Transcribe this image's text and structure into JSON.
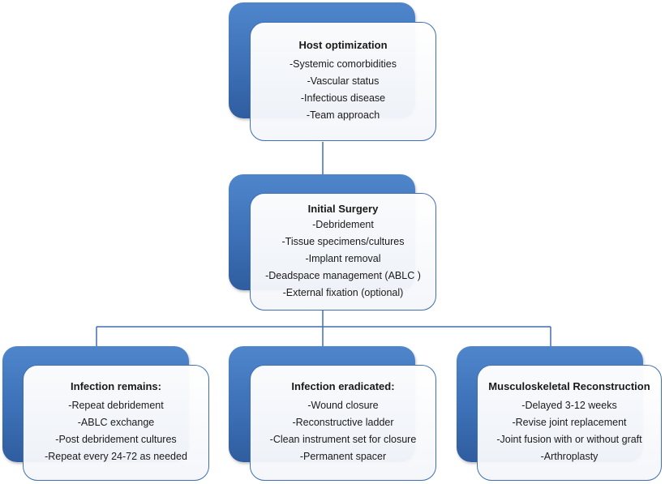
{
  "nodes": {
    "host": {
      "title": "Host optimization",
      "items": [
        "-Systemic comorbidities",
        "-Vascular status",
        "-Infectious disease",
        "-Team approach"
      ]
    },
    "initial": {
      "title": "Initial Surgery",
      "items": [
        "-Debridement",
        "-Tissue specimens/cultures",
        "-Implant removal",
        "-Deadspace management (ABLC )",
        "-External fixation (optional)"
      ]
    },
    "remains": {
      "title": "Infection remains:",
      "items": [
        "-Repeat debridement",
        "-ABLC exchange",
        "-Post debridement cultures",
        "-Repeat every 24-72 as needed"
      ]
    },
    "eradicated": {
      "title": "Infection eradicated:",
      "items": [
        "-Wound closure",
        "-Reconstructive ladder",
        "-Clean instrument set for closure",
        "-Permanent spacer"
      ]
    },
    "recon": {
      "title": "Musculoskeletal Reconstruction",
      "items": [
        "-Delayed 3-12 weeks",
        "-Revise joint replacement",
        "-Joint fusion with or without graft",
        "-Arthroplasty"
      ]
    }
  },
  "colors": {
    "shadow_box": "#3d70b6",
    "border": "#3f6fb4",
    "connector": "#3f6fb4"
  }
}
